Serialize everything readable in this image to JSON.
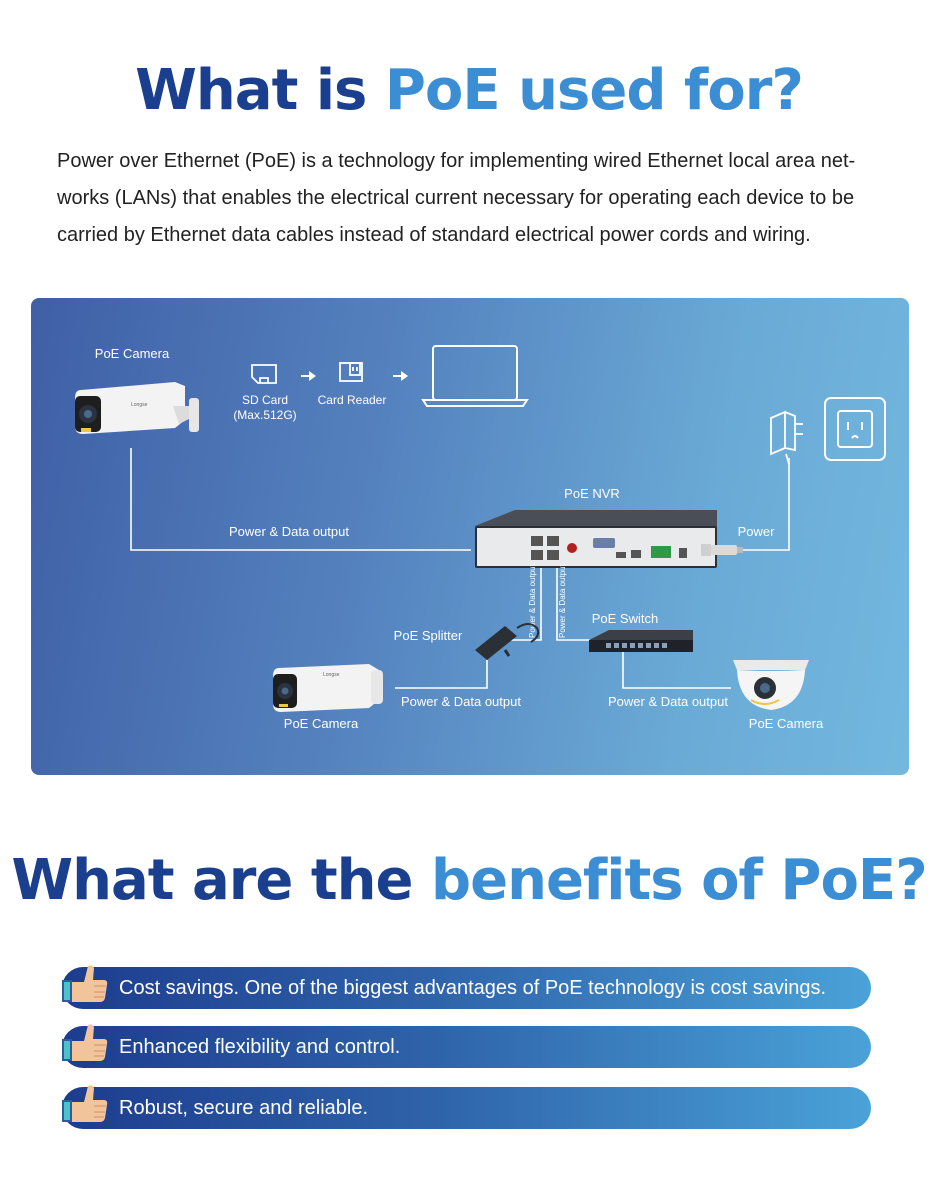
{
  "title1": {
    "part1": "What is ",
    "part2": "PoE used for?"
  },
  "intro": "Power over Ethernet (PoE) is a technology for implementing wired Ethernet local area net-works (LANs) that enables the electrical current necessary for operating each device to be carried by Ethernet data cables instead of standard electrical power cords and wiring.",
  "diagram": {
    "camera_top_label": "PoE Camera",
    "sd_card_label": "SD Card",
    "sd_card_capacity": "(Max.512G)",
    "card_reader_label": "Card Reader",
    "nvr_label": "PoE NVR",
    "power_label": "Power",
    "power_data_output_top": "Power & Data output",
    "vertical_label_1": "Power & Data output",
    "vertical_label_2": "Power & Data output",
    "splitter_label": "PoE Splitter",
    "switch_label": "PoE Switch",
    "power_data_output_left": "Power & Data output",
    "power_data_output_right": "Power & Data output",
    "camera_bottom_left_label": "PoE Camera",
    "camera_bottom_right_label": "PoE Camera",
    "camera_brand": "Longse"
  },
  "title2": {
    "part1": "What are the ",
    "part2": "benefits of PoE?"
  },
  "benefits": [
    {
      "text": "Cost savings. One of the biggest advantages of PoE technology is cost savings.",
      "icon": "thumbs-up-icon"
    },
    {
      "text": "Enhanced flexibility and control.",
      "icon": "thumbs-up-icon"
    },
    {
      "text": "Robust, secure and reliable.",
      "icon": "thumbs-up-icon"
    }
  ],
  "colors": {
    "title_dark": "#1b3f8f",
    "title_light": "#3b8ed4",
    "diagram_start": "#3f5fa6",
    "diagram_end": "#72b8df",
    "bar_start": "#1d3c8e",
    "bar_end": "#4aa2d8"
  }
}
